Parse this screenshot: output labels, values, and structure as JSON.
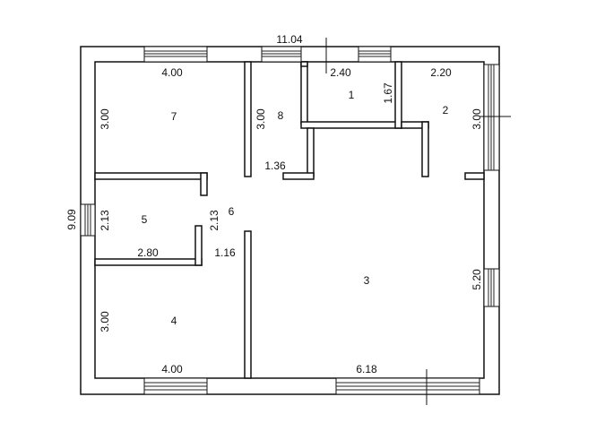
{
  "colors": {
    "wall_outline": "#111111",
    "wall_fill": "#ffffff",
    "background": "#ffffff",
    "text": "#111111"
  },
  "dimensions": {
    "total_width": "11.04",
    "total_height": "9.09",
    "room7_width": "4.00",
    "room7_height": "3.00",
    "room8_height": "3.00",
    "room8_width": "1.36",
    "room1_width": "2.40",
    "room1_height": "1.67",
    "room2_width": "2.20",
    "room2_height": "3.00",
    "room5_height": "2.13",
    "room5_width": "2.80",
    "room6_height": "2.13",
    "room6_width": "1.16",
    "room3_height": "5.20",
    "room3_width": "6.18",
    "room4_height": "3.00",
    "room4_width": "4.00"
  },
  "rooms": {
    "r1": "1",
    "r2": "2",
    "r3": "3",
    "r4": "4",
    "r5": "5",
    "r6": "6",
    "r7": "7",
    "r8": "8"
  }
}
